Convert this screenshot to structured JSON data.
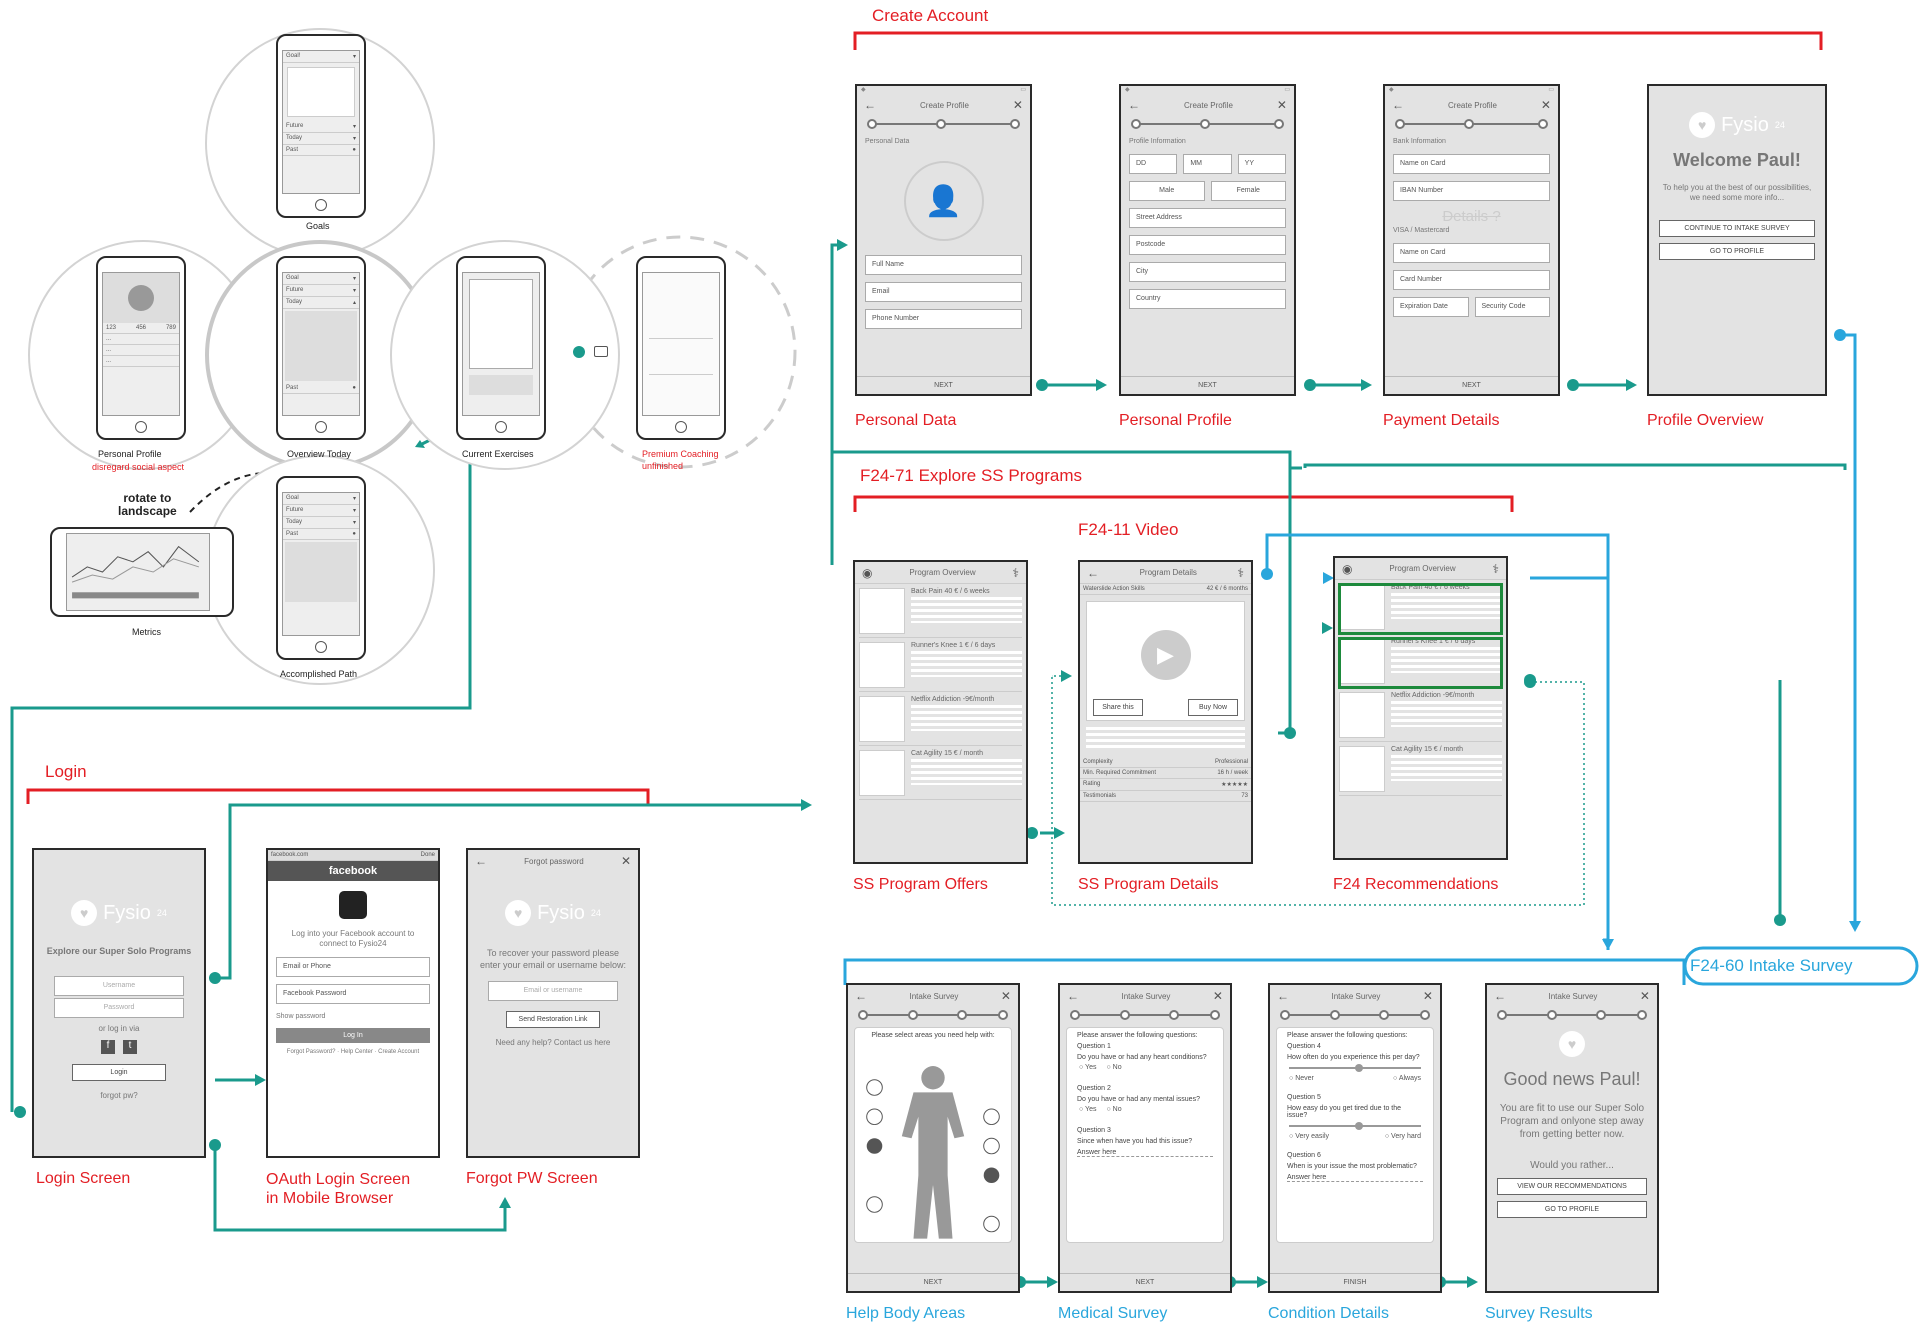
{
  "sections": {
    "create_account": "Create Account",
    "explore": "F24-71   Explore SS Programs",
    "video": "F24-11 Video",
    "login": "Login",
    "intake": "F24-60 Intake Survey"
  },
  "captions": {
    "personal_data": "Personal Data",
    "personal_profile": "Personal Profile",
    "payment_details": "Payment Details",
    "profile_overview": "Profile Overview",
    "ss_offers": "SS Program Offers",
    "ss_details": "SS Program Details",
    "f24_rec": "F24 Recommendations",
    "login_screen": "Login Screen",
    "oauth": "OAuth Login Screen\nin Mobile Browser",
    "forgot": "Forgot PW Screen",
    "help_body": "Help Body Areas",
    "medical": "Medical Survey",
    "condition": "Condition Details",
    "results": "Survey Results"
  },
  "phones": {
    "goals": "Goals",
    "personal_profile": "Personal Profile",
    "personal_profile_note": "disregard social aspect",
    "overview_today": "Overview Today",
    "current_exercises": "Current Exercises",
    "premium": "Premium Coaching",
    "premium_note": "unfinished",
    "metrics": "Metrics",
    "accomplished": "Accomplished Path",
    "rotate": "rotate to\nlandscape"
  },
  "create_profile": {
    "title": "Create Profile",
    "personal_data": "Personal Data",
    "full_name": "Full Name",
    "email": "Email",
    "phone": "Phone Number",
    "next": "NEXT",
    "profile_information": "Profile Information",
    "dd": "DD",
    "mm": "MM",
    "yy": "YY",
    "male": "Male",
    "female": "Female",
    "street": "Street Address",
    "postcode": "Postcode",
    "city": "City",
    "country": "Country",
    "bank_information": "Bank Information",
    "name_on_card": "Name on Card",
    "iban": "IBAN Number",
    "details": "Details ?",
    "visa": "VISA / Mastercard",
    "card_number": "Card Number",
    "expiration": "Expiration Date",
    "security": "Security Code"
  },
  "welcome": {
    "brand": "Fysio",
    "brand_sup": "24",
    "title": "Welcome Paul!",
    "body": "To help you at the best of our possibilities, we need some more info...",
    "btn_survey": "CONTINUE TO INTAKE SURVEY",
    "btn_profile": "GO TO PROFILE"
  },
  "program": {
    "overview_title": "Program Overview",
    "details_title": "Program Details",
    "items": [
      {
        "name": "Back Pain",
        "price": "40 € / 6 weeks"
      },
      {
        "name": "Runner's Knee",
        "price": "1 € / 6 days"
      },
      {
        "name": "Netflix Addiction",
        "price": "-9€/month"
      },
      {
        "name": "Cat Agility",
        "price": "15 € / month"
      }
    ],
    "video_name": "Waterslide Action Skills",
    "video_price": "42 € / 6 months",
    "share": "Share this",
    "buy": "Buy Now",
    "complexity": "Complexity",
    "complexity_val": "Professional",
    "commitment": "Min. Required Commitment",
    "commitment_val": "16 h / week",
    "rating": "Rating",
    "rating_val": "★★★★★",
    "testimonials": "Testimonials",
    "testimonials_val": "73"
  },
  "login": {
    "explore": "Explore our Super Solo Programs",
    "username": "Username",
    "password": "Password",
    "or_login": "or log in via",
    "btn": "Login",
    "forgot": "forgot pw?",
    "fb_url": "facebook.com",
    "fb_done": "Done",
    "fb_brand": "facebook",
    "fb_msg": "Log into your Facebook account to connect to Fysio24",
    "fb_email": "Email or Phone",
    "fb_pass": "Facebook Password",
    "fb_show": "Show password",
    "fb_login": "Log In",
    "fb_links": "Forgot Password? · Help Center · Create Account",
    "fp_title": "Forgot password",
    "fp_msg": "To recover your password please enter your email or username below:",
    "fp_field": "Email or username",
    "fp_btn": "Send Restoration Link",
    "fp_help": "Need any help? Contact us here"
  },
  "intake": {
    "title": "Intake Survey",
    "select_areas": "Please select areas you need help with:",
    "answer_q": "Please answer the following questions:",
    "q1": "Question 1",
    "q1t": "Do you have  or had any heart conditions?",
    "q2": "Question 2",
    "q2t": "Do you have or had any mental issues?",
    "q3": "Question 3",
    "q3t": "Since when have you had this issue?",
    "q4": "Question 4",
    "q4t": "How often do you experience this per day?",
    "q5": "Question 5",
    "q5t": "How easy do you get tired due to the issue?",
    "q6": "Question 6",
    "q6t": "When is your issue the most problematic?",
    "yes": "Yes",
    "no": "No",
    "never": "Never",
    "always": "Always",
    "very_easily": "Very easily",
    "very_hard": "Very hard",
    "answer_here": "Answer here",
    "next": "NEXT",
    "finish": "FINISH",
    "good_news": "Good news Paul!",
    "fit": "You are fit to use our Super Solo Program and onlyone step away from getting better now.",
    "rather": "Would you rather...",
    "view_rec": "VIEW OUR RECOMMENDATIONS",
    "go_profile": "GO TO PROFILE"
  },
  "colors": {
    "red": "#e31e24",
    "teal": "#1a9a8c",
    "blue": "#29a6dc",
    "green": "#1d8a3c"
  }
}
